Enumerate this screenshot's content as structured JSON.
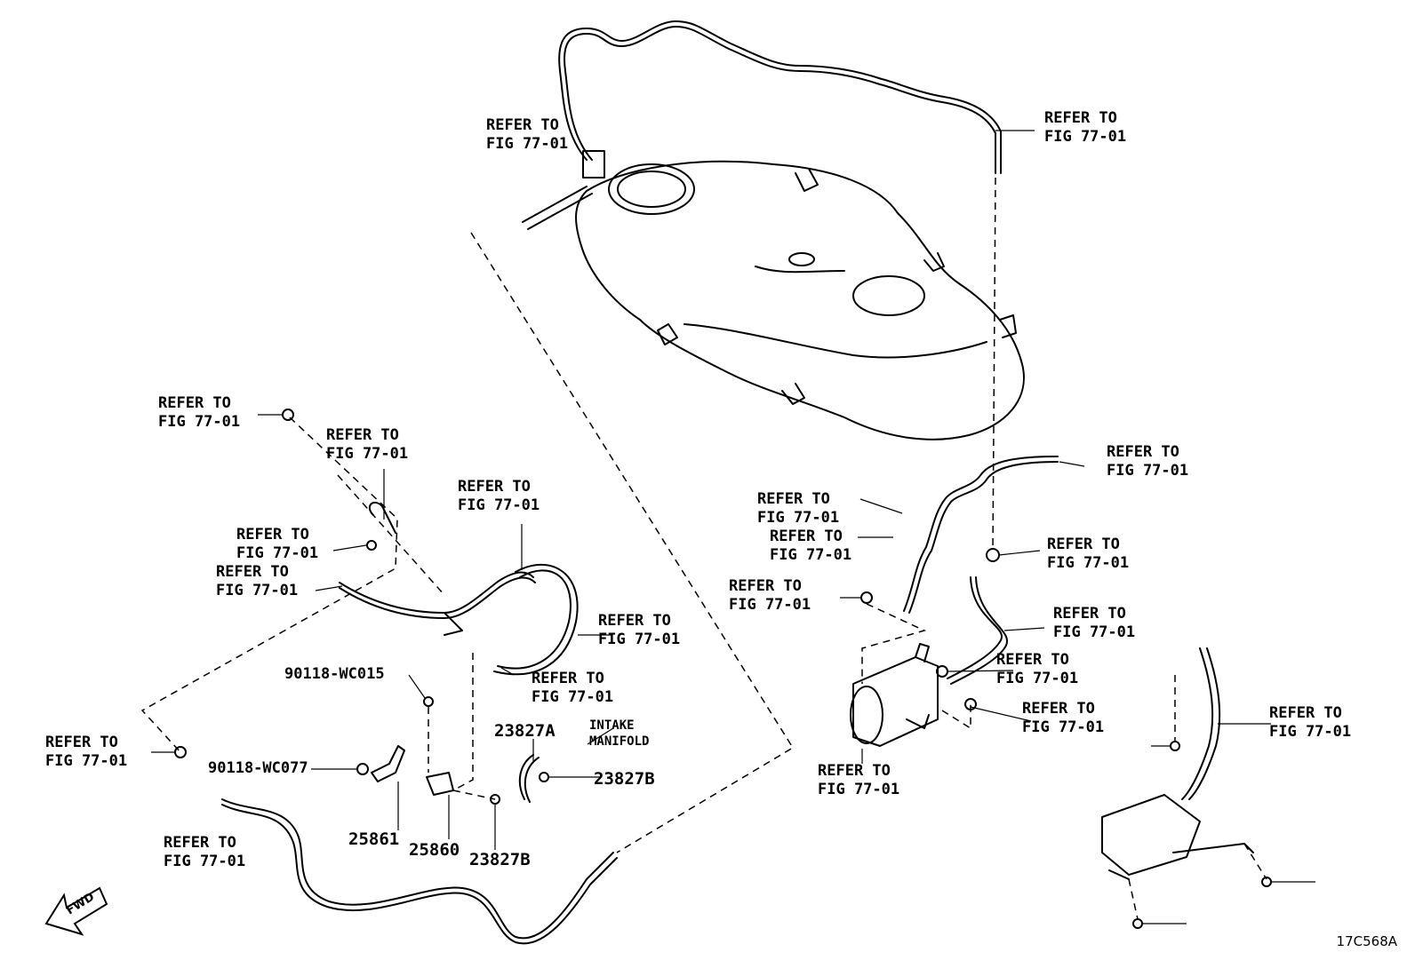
{
  "refer": {
    "line1": "REFER TO",
    "line2": "FIG 77-01"
  },
  "parts": {
    "p90118_wc015": "90118-WC015",
    "p90118_wc077": "90118-WC077",
    "p25861": "25861",
    "p25860": "25860",
    "p23827a": "23827A",
    "p23827b_upper": "23827B",
    "p23827b_lower": "23827B"
  },
  "intake": {
    "line1": "INTAKE",
    "line2": "MANIFOLD"
  },
  "fwd": "FWD",
  "diagram_id": "17C568A"
}
